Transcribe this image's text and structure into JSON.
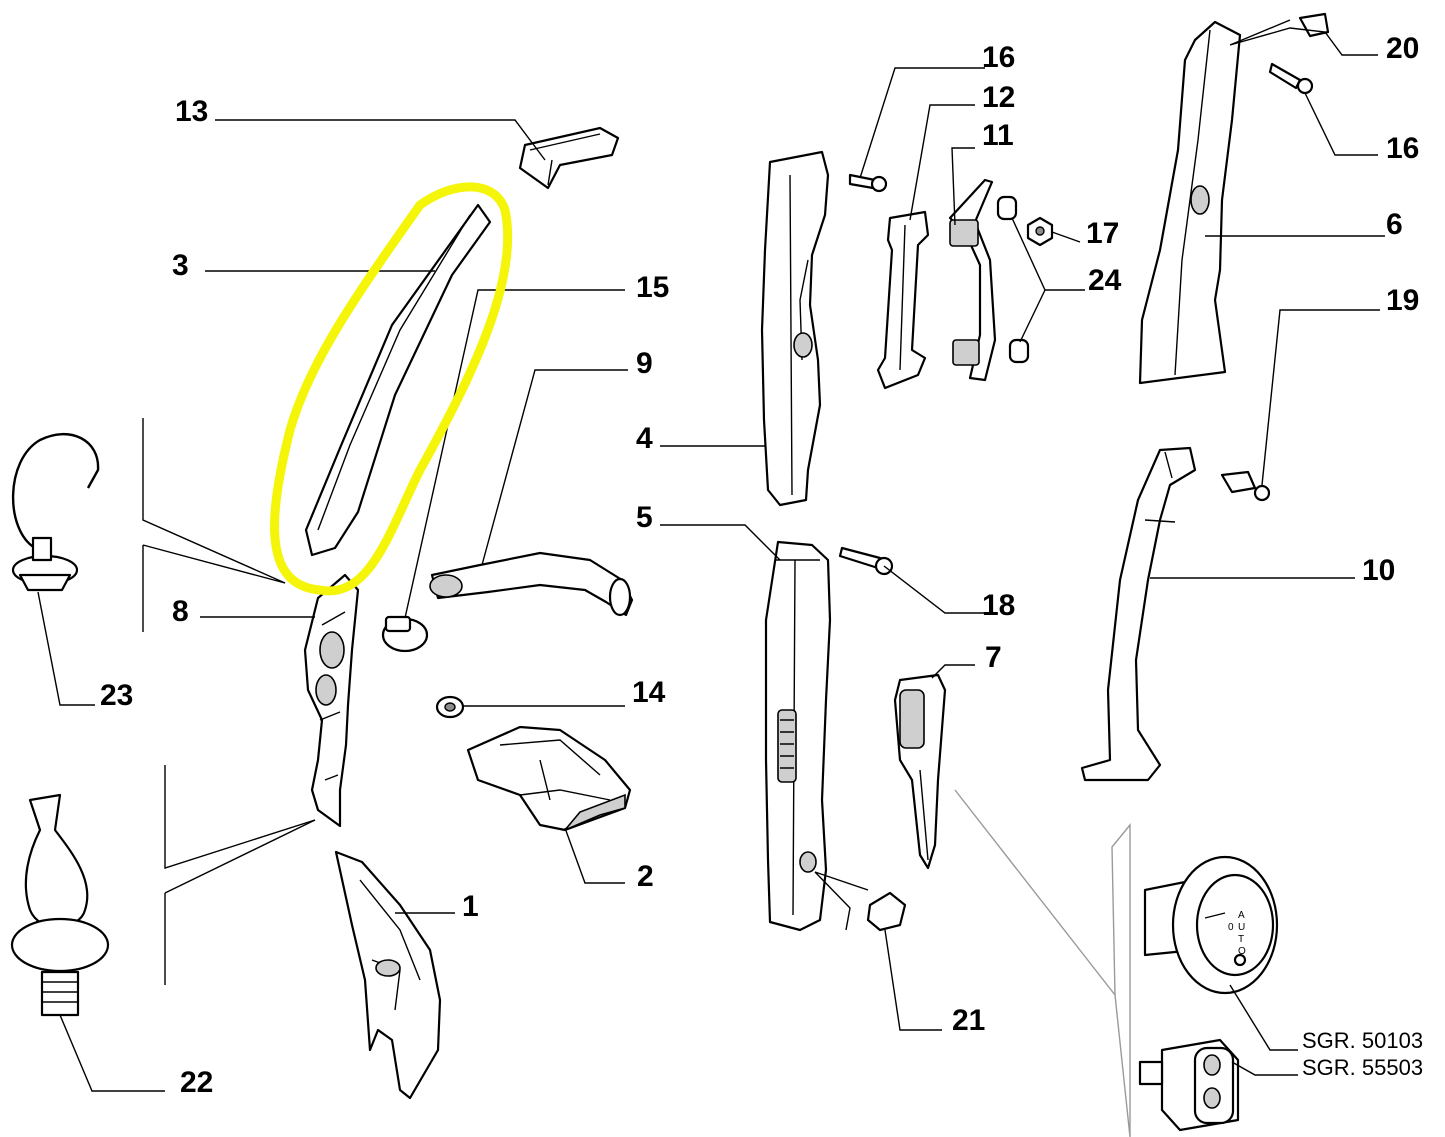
{
  "diagram": {
    "callouts": [
      {
        "id": "c13",
        "label": "13"
      },
      {
        "id": "c3",
        "label": "3"
      },
      {
        "id": "c15",
        "label": "15"
      },
      {
        "id": "c9",
        "label": "9"
      },
      {
        "id": "c8",
        "label": "8"
      },
      {
        "id": "c14",
        "label": "14"
      },
      {
        "id": "c23",
        "label": "23"
      },
      {
        "id": "c2",
        "label": "2"
      },
      {
        "id": "c1",
        "label": "1"
      },
      {
        "id": "c22",
        "label": "22"
      },
      {
        "id": "c16a",
        "label": "16"
      },
      {
        "id": "c12",
        "label": "12"
      },
      {
        "id": "c11",
        "label": "11"
      },
      {
        "id": "c17",
        "label": "17"
      },
      {
        "id": "c24",
        "label": "24"
      },
      {
        "id": "c4",
        "label": "4"
      },
      {
        "id": "c5",
        "label": "5"
      },
      {
        "id": "c18",
        "label": "18"
      },
      {
        "id": "c7",
        "label": "7"
      },
      {
        "id": "c21",
        "label": "21"
      },
      {
        "id": "c20",
        "label": "20"
      },
      {
        "id": "c16b",
        "label": "16"
      },
      {
        "id": "c6",
        "label": "6"
      },
      {
        "id": "c19",
        "label": "19"
      },
      {
        "id": "c10",
        "label": "10"
      }
    ],
    "references": [
      {
        "id": "sgr1",
        "label": "SGR. 50103"
      },
      {
        "id": "sgr2",
        "label": "SGR. 55503"
      }
    ],
    "switch_marks": [
      "0",
      "A",
      "U",
      "T",
      "O"
    ],
    "highlight": {
      "part": "3",
      "color": "#f5f50a"
    }
  }
}
